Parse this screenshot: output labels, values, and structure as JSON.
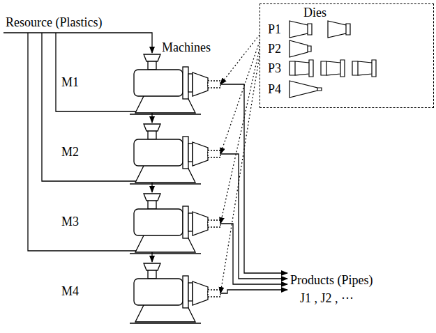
{
  "diagram": {
    "nodes": [
      {
        "text": [
          "Dies"
        ]
      },
      {
        "text": [
          "M1"
        ]
      },
      {
        "text": [
          "M2"
        ]
      },
      {
        "text": [
          "M3"
        ]
      },
      {
        "text": [
          "M4"
        ]
      }
    ],
    "edges": [
      {
        "from": 0,
        "to": 1,
        "arrow": "to"
      },
      {
        "from": 0,
        "to": 2,
        "arrow": "to"
      },
      {
        "from": 0,
        "to": 3,
        "arrow": "to"
      },
      {
        "from": 0,
        "to": 4,
        "arrow": "to"
      }
    ],
    "labels": [
      "Resource (Plastics)",
      "Machines",
      "P1",
      "P2",
      "P3",
      "P4",
      "Products (Pipes)",
      "J1 , J2 , ···"
    ]
  }
}
